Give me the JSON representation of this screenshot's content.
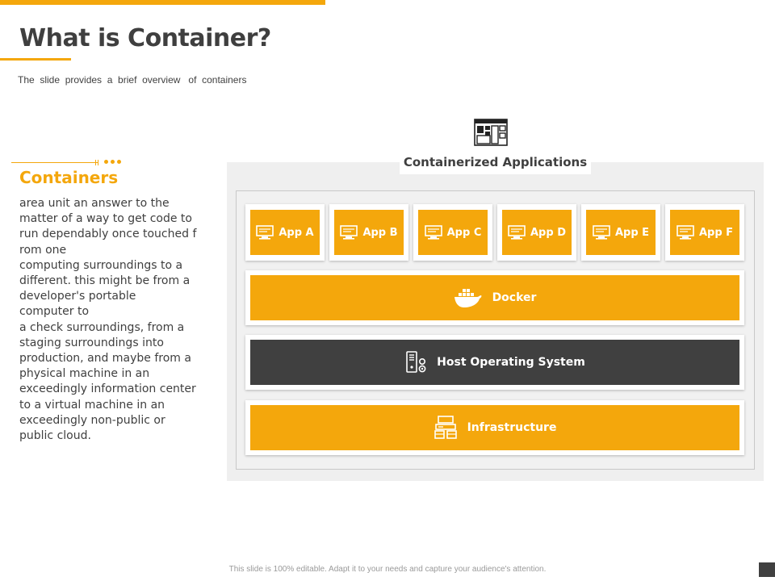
{
  "slide": {
    "title": "What is Container?",
    "subtitle": "The  slide  provides  a  brief  overview   of  containers"
  },
  "left_panel": {
    "heading": "Containers",
    "body_lines": [
      "area unit an answer to the",
      "matter of a way to get code to",
      "run dependably once touched f",
      "rom one",
      "computing surroundings to a",
      "different. this might be from a",
      "developer's portable",
      "computer to",
      "a check surroundings, from a",
      "staging surroundings into",
      "production, and maybe from a",
      "physical machine in an",
      "exceedingly information center",
      "to a virtual machine in an",
      "exceedingly non-public or",
      "public cloud."
    ]
  },
  "diagram": {
    "title": "Containerized Applications",
    "top_icon": "containers-app-icon",
    "apps": [
      {
        "label": "App A",
        "icon": "monitor-icon"
      },
      {
        "label": "App B",
        "icon": "monitor-icon"
      },
      {
        "label": "App C",
        "icon": "monitor-icon"
      },
      {
        "label": "App D",
        "icon": "monitor-icon"
      },
      {
        "label": "App E",
        "icon": "monitor-icon"
      },
      {
        "label": "App F",
        "icon": "monitor-icon"
      }
    ],
    "layers": {
      "docker": {
        "label": "Docker",
        "icon": "docker-whale-icon"
      },
      "host_os": {
        "label": "Host Operating System",
        "icon": "server-gear-icon"
      },
      "infrastructure": {
        "label": "Infrastructure",
        "icon": "infrastructure-icon"
      }
    }
  },
  "footer": {
    "text": "This slide is 100% editable. Adapt it to your needs and capture your audience's attention."
  },
  "colors": {
    "accent": "#f4a70c",
    "dark": "#404040",
    "text": "#3f3f3f"
  }
}
